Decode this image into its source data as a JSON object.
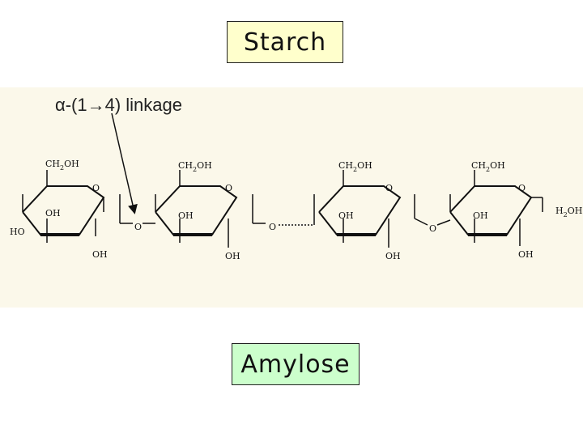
{
  "title": "Starch",
  "caption": "Amylose",
  "diagram": {
    "linkage_label": "α-(1→4) linkage",
    "group_ch2oh": "CH",
    "group_ch2oh_sub": "2",
    "group_ch2oh_tail": "OH",
    "group_oh": "OH",
    "group_o": "O",
    "group_ho": "HO",
    "group_h2oh": "H",
    "group_h2oh_sub": "2",
    "group_h2oh_tail": "OH"
  }
}
